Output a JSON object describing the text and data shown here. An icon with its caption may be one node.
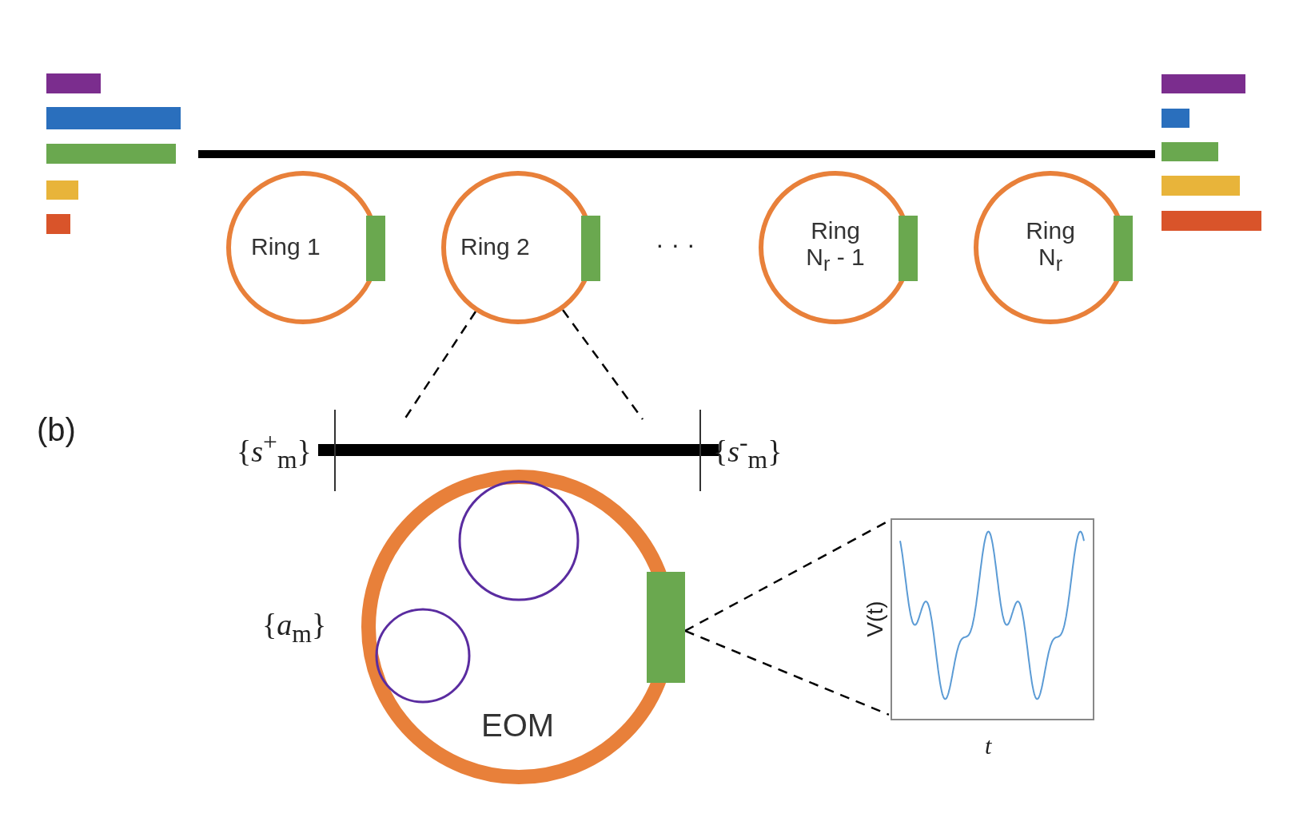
{
  "diagram": {
    "nodes": [
      {
        "text": [
          "Ring 1"
        ]
      },
      {
        "text": [
          "Ring 2"
        ]
      },
      {
        "text": [
          "Ring N$_{r}$ - 1"
        ]
      },
      {
        "text": [
          "Ring N$_{r}$"
        ]
      },
      {
        "text": [
          "EOM"
        ]
      },
      {
        "text": [],
        "shape": "box",
        "in": 4
      },
      {
        "text": [],
        "shape": "picture",
        "beside": [
          "V(t)",
          "t"
        ]
      },
      {
        "text": [],
        "shape": "circle",
        "in": 4
      },
      {
        "text": [],
        "shape": "circle",
        "in": 4
      },
      {
        "text": [],
        "shape": "box",
        "in": 0
      },
      {
        "text": [],
        "shape": "box",
        "in": 1
      },
      {
        "text": [],
        "shape": "box",
        "in": 2
      },
      {
        "text": [],
        "shape": "box",
        "in": 3
      }
    ],
    "edges": [
      {
        "from": 1,
        "to": null,
        "arrow": "none",
        "style": "dashed"
      },
      {
        "from": 1,
        "to": null,
        "arrow": "none",
        "style": "dashed"
      },
      {
        "from": 5,
        "to": 6,
        "arrow": "none",
        "style": "dashed"
      },
      {
        "from": 5,
        "to": 6,
        "arrow": "none",
        "style": "dashed"
      }
    ],
    "labels": [
      "(b)",
      "· · ·",
      "{*s*$^{+}$$_{m}$}",
      "{*s*$^{-}$$_{m}$}",
      "{*a*$_{m}$}"
    ]
  }
}
